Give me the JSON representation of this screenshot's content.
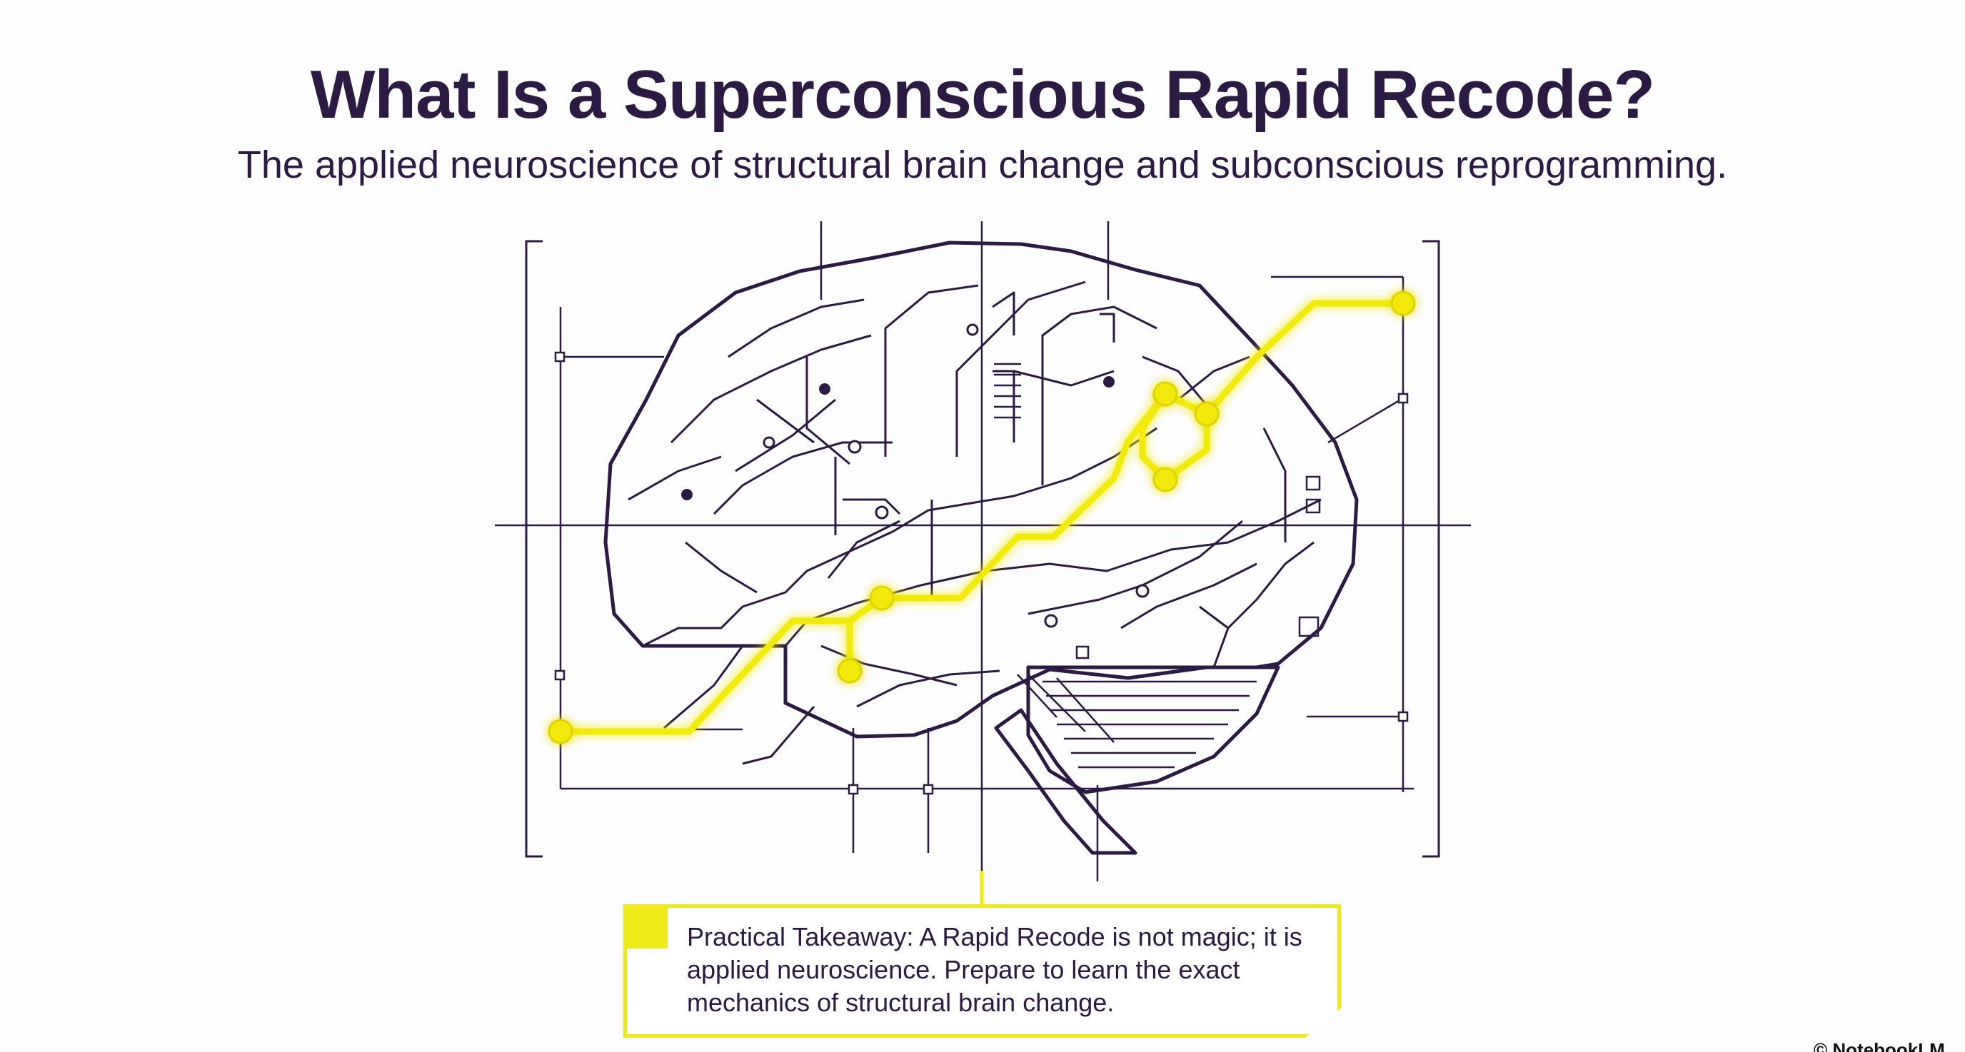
{
  "header": {
    "title": "What Is a Superconscious Rapid Recode?",
    "subtitle": "The applied neuroscience of structural brain change and subconscious reprogramming."
  },
  "diagram": {
    "illustration": "brain-circuit",
    "colors": {
      "line": "#2b1a44",
      "highlight": "#f2ea0f"
    }
  },
  "takeaway": {
    "text": "Practical Takeaway: A Rapid Recode is not magic; it is applied neuroscience. Prepare to learn the exact mechanics of structural brain change."
  },
  "footer": {
    "credit": "© NotebookLM"
  }
}
